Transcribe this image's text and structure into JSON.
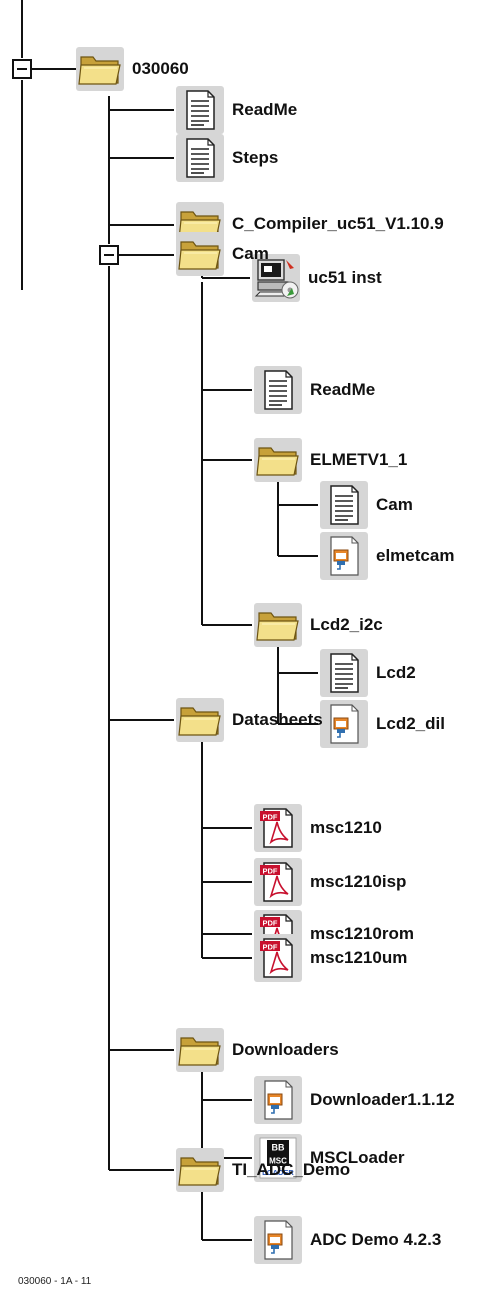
{
  "tree": {
    "root": {
      "label": "030060",
      "icon": "folder-icon"
    },
    "items": [
      {
        "label": "ReadMe",
        "icon": "text-document-icon"
      },
      {
        "label": "Steps",
        "icon": "text-document-icon"
      },
      {
        "label": "C_Compiler_uc51_V1.10.9",
        "icon": "folder-icon"
      },
      {
        "label": "uc51  inst",
        "icon": "installer-icon"
      },
      {
        "label": "Cam",
        "icon": "folder-icon"
      },
      {
        "label": "ReadMe",
        "icon": "text-document-icon"
      },
      {
        "label": "ELMETV1_1",
        "icon": "folder-icon"
      },
      {
        "label": "Cam",
        "icon": "text-document-icon"
      },
      {
        "label": "elmetcam",
        "icon": "application-icon"
      },
      {
        "label": "Lcd2_i2c",
        "icon": "folder-icon"
      },
      {
        "label": "Lcd2",
        "icon": "text-document-icon"
      },
      {
        "label": "Lcd2_dil",
        "icon": "application-icon"
      },
      {
        "label": "Datasheets",
        "icon": "folder-icon"
      },
      {
        "label": "msc1210",
        "icon": "pdf-icon"
      },
      {
        "label": "msc1210isp",
        "icon": "pdf-icon"
      },
      {
        "label": "msc1210rom",
        "icon": "pdf-icon"
      },
      {
        "label": "msc1210um",
        "icon": "pdf-icon"
      },
      {
        "label": "Downloaders",
        "icon": "folder-icon"
      },
      {
        "label": "Downloader1.1.12",
        "icon": "application-icon"
      },
      {
        "label": "MSCLoader",
        "icon": "msc-loader-icon"
      },
      {
        "label": "TI_ADC_Demo",
        "icon": "folder-icon"
      },
      {
        "label": "ADC Demo 4.2.3",
        "icon": "application-icon"
      }
    ]
  },
  "icons": {
    "pdf_badge": "PDF",
    "msc_loader_badge": [
      "BB",
      "MSC",
      "LOADER"
    ]
  },
  "footer": {
    "code": "030060 - 1A - 11"
  }
}
